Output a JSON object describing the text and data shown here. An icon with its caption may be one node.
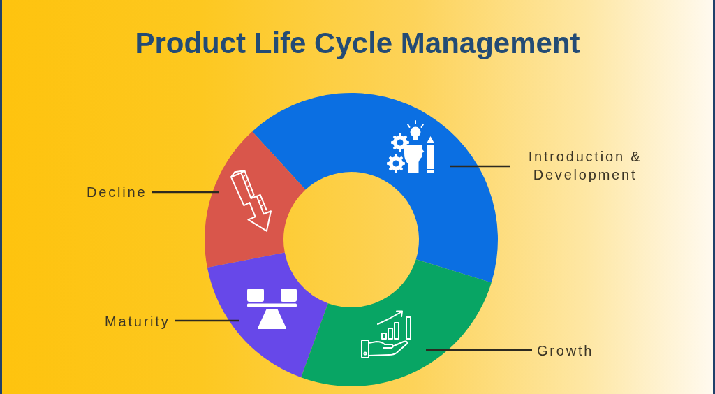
{
  "diagram": {
    "title": "Product Life Cycle Management",
    "nodes": [
      {
        "text": [],
        "shape": "segment"
      },
      {
        "text": [
          "Introduction & Development"
        ]
      },
      {
        "text": [],
        "shape": "segment"
      },
      {
        "text": [
          "Decline"
        ]
      },
      {
        "text": [],
        "shape": "segment"
      },
      {
        "text": [
          "Maturity"
        ]
      },
      {
        "text": [],
        "shape": "segment"
      },
      {
        "text": [
          "Growth"
        ]
      }
    ],
    "edges": [
      {
        "from": 1,
        "to": 0,
        "arrow": "none"
      },
      {
        "from": 3,
        "to": 2,
        "arrow": "none"
      },
      {
        "from": 5,
        "to": 4,
        "arrow": "none"
      },
      {
        "from": 7,
        "to": 6,
        "arrow": "none"
      }
    ]
  }
}
